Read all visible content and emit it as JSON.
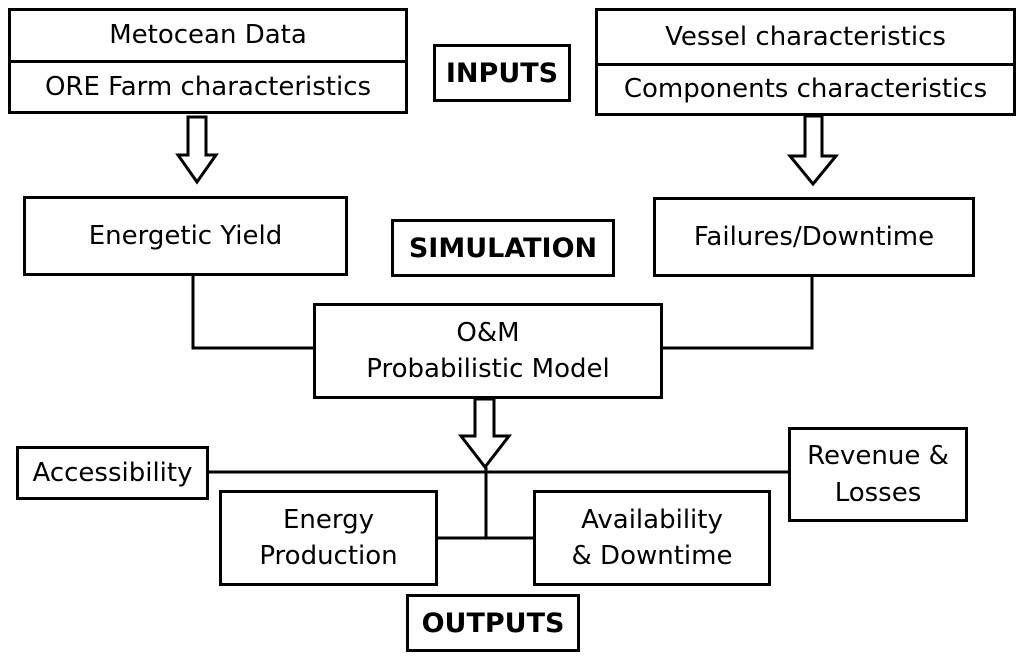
{
  "inputs": {
    "label": "INPUTS",
    "left_top": "Metocean Data",
    "left_bottom": "ORE Farm characteristics",
    "right_top": "Vessel characteristics",
    "right_bottom": "Components characteristics"
  },
  "simulation": {
    "label": "SIMULATION",
    "energetic_yield": "Energetic Yield",
    "failures_downtime": "Failures/Downtime",
    "model": "O&M\nProbabilistic Model"
  },
  "outputs": {
    "label": "OUTPUTS",
    "accessibility": "Accessibility",
    "revenue_losses": "Revenue &\nLosses",
    "energy_production": "Energy\nProduction",
    "availability_downtime": "Availability\n& Downtime"
  }
}
